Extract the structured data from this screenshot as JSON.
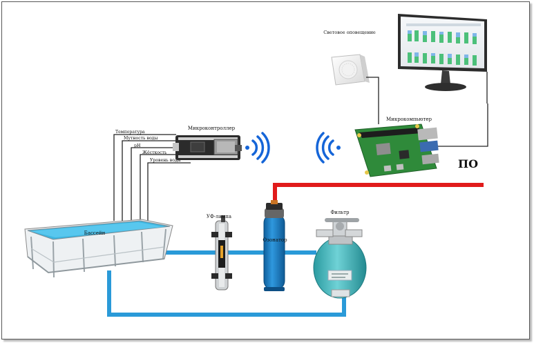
{
  "labels": {
    "mc_left": "Микроконтроллер",
    "mc_right": "Микрокомпьютер",
    "speaker": "Световое оповещение",
    "pool": "Бассейн",
    "uv": "УФ-лампа",
    "ozonator": "Озонатор",
    "filter": "Фильтр",
    "software": "ПО"
  },
  "sensors": [
    "Температура",
    "Мутность воды",
    "pH",
    "Жёсткость",
    "Уровень воды"
  ],
  "colors": {
    "water_pipe": "#2a9ad8",
    "hot_pipe": "#e11b1b",
    "wire": "#222222",
    "wifi": "#1565d8",
    "pool_water": "#3fb6e0",
    "board_green": "#2f8a3a",
    "mc_board": "#2b2b2b",
    "ozonator_tank": "#1b7fc4",
    "filter_tank": "#3fb8bd"
  },
  "icons": [
    "wifi-left-icon",
    "wifi-right-icon",
    "monitor-icon",
    "speaker-icon"
  ]
}
